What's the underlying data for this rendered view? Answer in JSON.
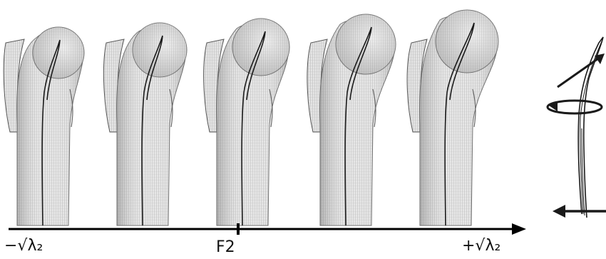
{
  "axis": {
    "left_label": "−√λ₂",
    "center_label": "F2",
    "right_label": "+√λ₂"
  },
  "shapes": {
    "count": 5,
    "bend_levels": [
      -2,
      -1,
      0,
      1,
      2
    ],
    "mesh_color": "#d9d9d9",
    "line_color": "#1a1a1a"
  },
  "colors": {
    "axis": "#000000",
    "background": "#ffffff"
  }
}
